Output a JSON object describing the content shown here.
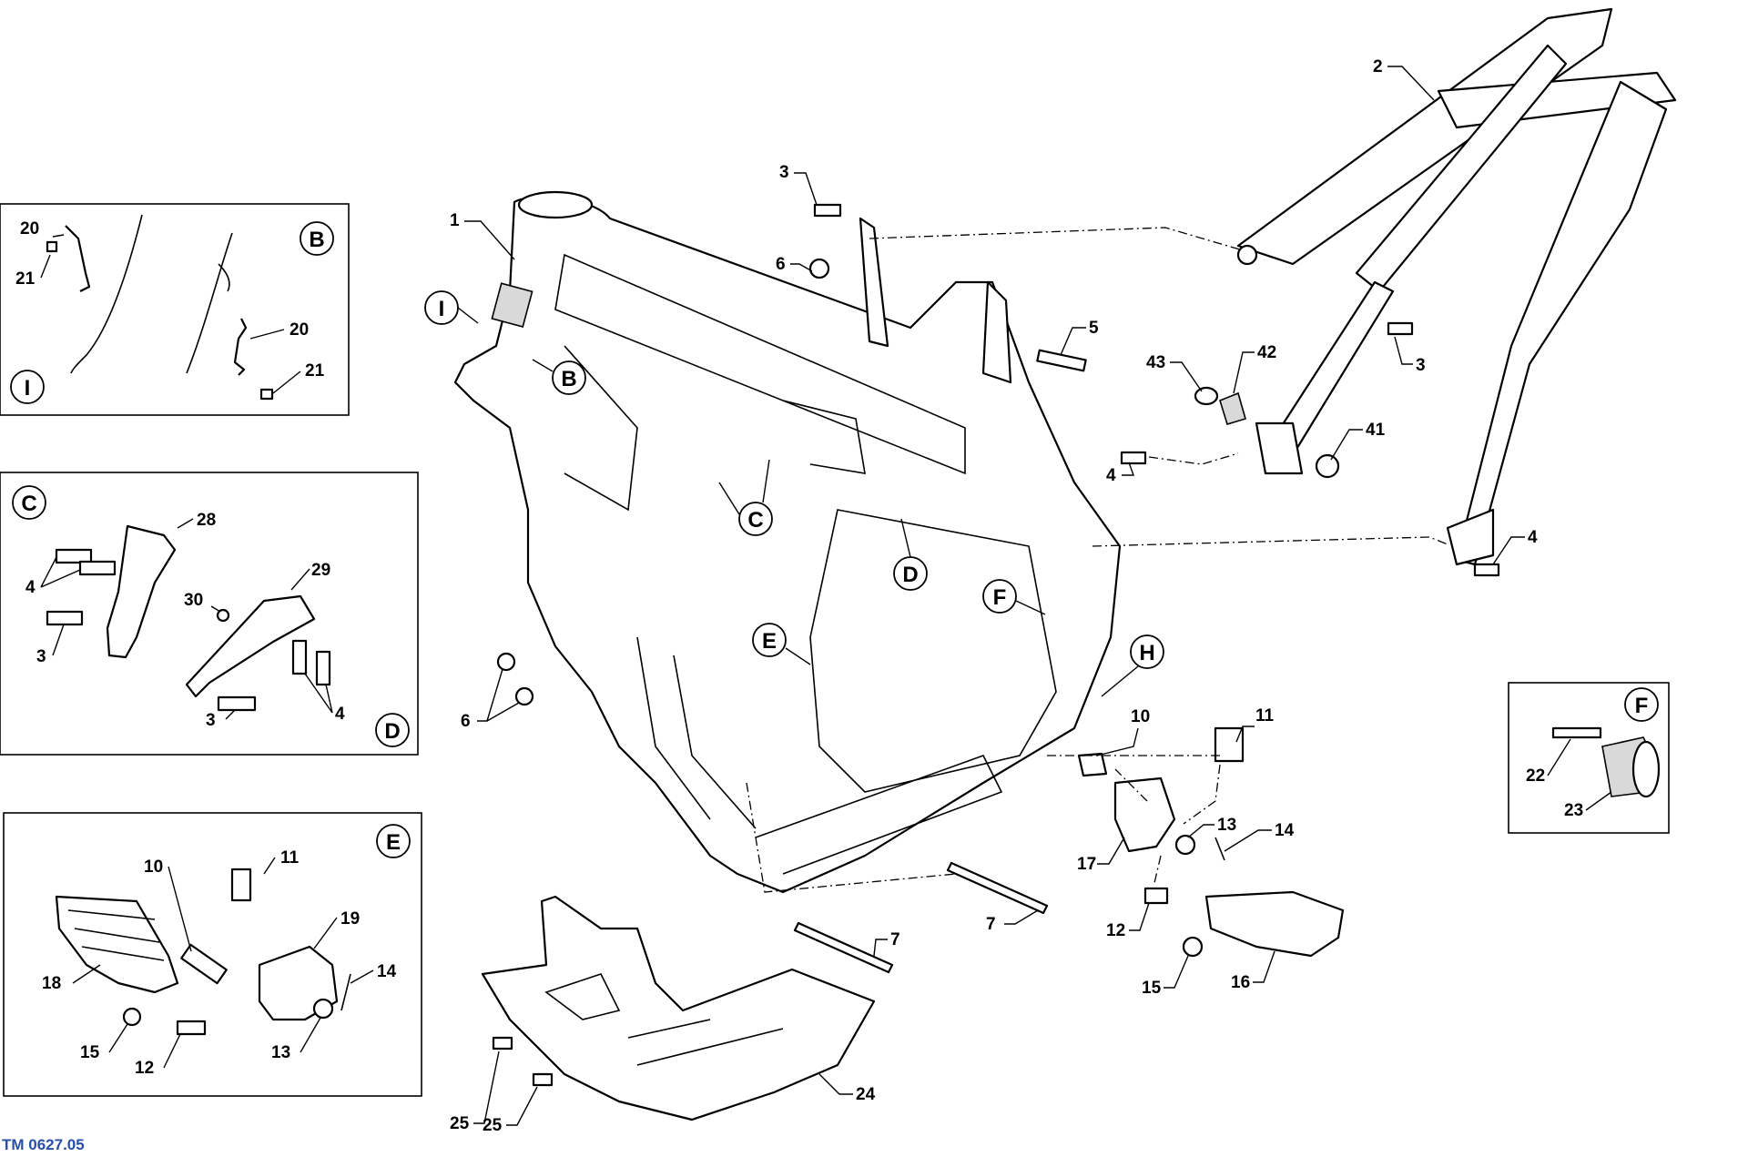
{
  "document_code": "TM 0627.05",
  "callouts": {
    "I": "I",
    "B": "B",
    "C": "C",
    "D": "D",
    "E": "E",
    "F": "F",
    "H": "H"
  },
  "labels": {
    "n1": "1",
    "n2": "2",
    "n3": "3",
    "n4": "4",
    "n5": "5",
    "n6": "6",
    "n7": "7",
    "n10": "10",
    "n11": "11",
    "n12": "12",
    "n13": "13",
    "n14": "14",
    "n15": "15",
    "n16": "16",
    "n17": "17",
    "n18": "18",
    "n19": "19",
    "n20": "20",
    "n21": "21",
    "n22": "22",
    "n23": "23",
    "n24": "24",
    "n25": "25",
    "n28": "28",
    "n29": "29",
    "n30": "30",
    "n41": "41",
    "n42": "42",
    "n43": "43"
  },
  "insets": {
    "B": {
      "title": "B",
      "labels": [
        "20",
        "21",
        "20",
        "21"
      ],
      "marker": "I"
    },
    "C_D": {
      "title_top": "C",
      "title_bottom": "D",
      "labels": [
        "28",
        "29",
        "30",
        "4",
        "3",
        "3",
        "4"
      ]
    },
    "E": {
      "title": "E",
      "labels": [
        "10",
        "11",
        "19",
        "14",
        "18",
        "15",
        "12",
        "13"
      ]
    },
    "F": {
      "title": "F",
      "labels": [
        "22",
        "23"
      ]
    }
  },
  "icons": [
    "frame",
    "subframe",
    "bolt",
    "nut",
    "footpeg",
    "bracket",
    "skid-plate",
    "bushing",
    "spring",
    "washer",
    "arrow"
  ]
}
